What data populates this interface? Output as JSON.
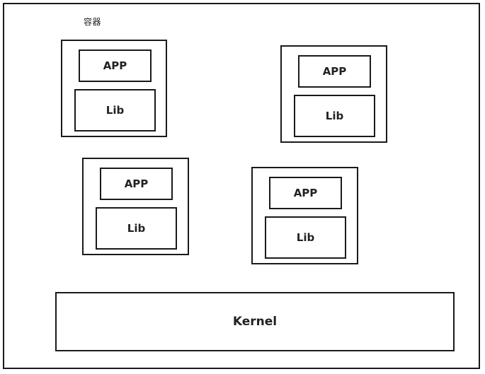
{
  "caption": "容器",
  "containers": [
    {
      "app": "APP",
      "lib": "Lib"
    },
    {
      "app": "APP",
      "lib": "Lib"
    },
    {
      "app": "APP",
      "lib": "Lib"
    },
    {
      "app": "APP",
      "lib": "Lib"
    }
  ],
  "kernel": "Kernel"
}
